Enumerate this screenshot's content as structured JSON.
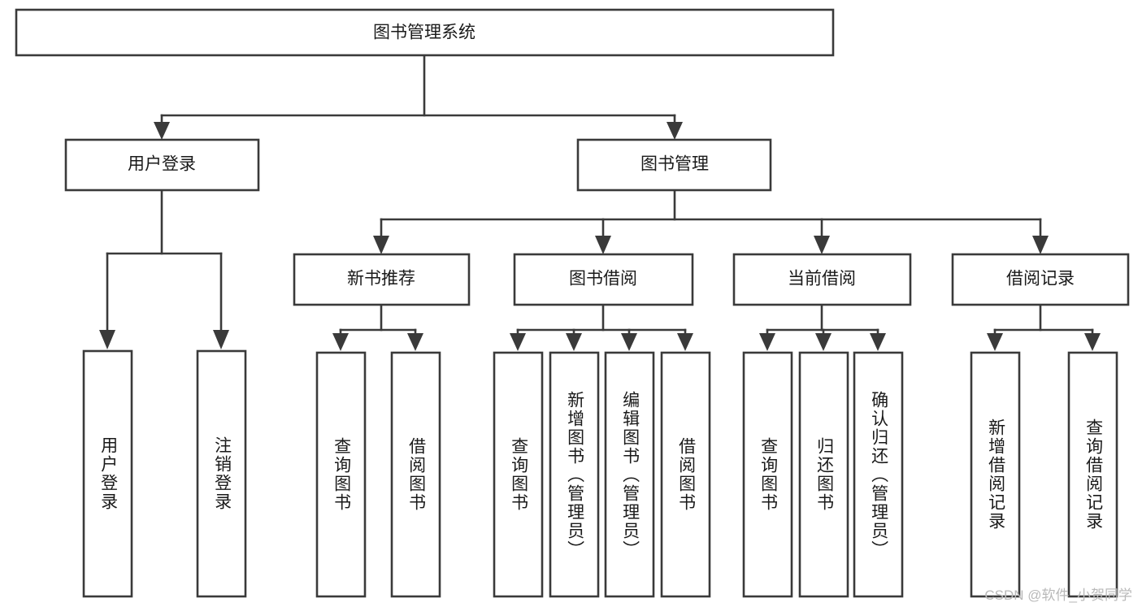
{
  "diagram": {
    "title": "图书管理系统",
    "type": "tree",
    "watermark": "CSDN @软件_小贺同学",
    "colors": {
      "stroke": "#3a3a3a",
      "fill": "#ffffff",
      "text": "#1a1a1a",
      "watermark": "#b9b9b9",
      "background": "#ffffff"
    },
    "nodes": {
      "root": {
        "label": "图书管理系统"
      },
      "level2": [
        {
          "id": "user-login",
          "label": "用户登录"
        },
        {
          "id": "book-manage",
          "label": "图书管理"
        }
      ],
      "level3": [
        {
          "id": "new-book-recommend",
          "label": "新书推荐"
        },
        {
          "id": "book-borrow",
          "label": "图书借阅"
        },
        {
          "id": "current-borrow",
          "label": "当前借阅"
        },
        {
          "id": "borrow-record",
          "label": "借阅记录"
        }
      ],
      "leaves_user_login": [
        {
          "id": "leaf-user-login",
          "label": "用户登录"
        },
        {
          "id": "leaf-user-logout",
          "label": "注销登录"
        }
      ],
      "leaves_new_book_recommend": [
        {
          "id": "leaf-query-book-1",
          "label": "查询图书"
        },
        {
          "id": "leaf-borrow-book-1",
          "label": "借阅图书"
        }
      ],
      "leaves_book_borrow": [
        {
          "id": "leaf-query-book-2",
          "label": "查询图书"
        },
        {
          "id": "leaf-add-book",
          "label": "新增图书（管理员）"
        },
        {
          "id": "leaf-edit-book",
          "label": "编辑图书（管理员）"
        },
        {
          "id": "leaf-borrow-book-2",
          "label": "借阅图书"
        }
      ],
      "leaves_current_borrow": [
        {
          "id": "leaf-query-book-3",
          "label": "查询图书"
        },
        {
          "id": "leaf-return-book",
          "label": "归还图书"
        },
        {
          "id": "leaf-confirm-return",
          "label": "确认归还（管理员）"
        }
      ],
      "leaves_borrow_record": [
        {
          "id": "leaf-add-record",
          "label": "新增借阅记录"
        },
        {
          "id": "leaf-query-record",
          "label": "查询借阅记录"
        }
      ]
    }
  }
}
